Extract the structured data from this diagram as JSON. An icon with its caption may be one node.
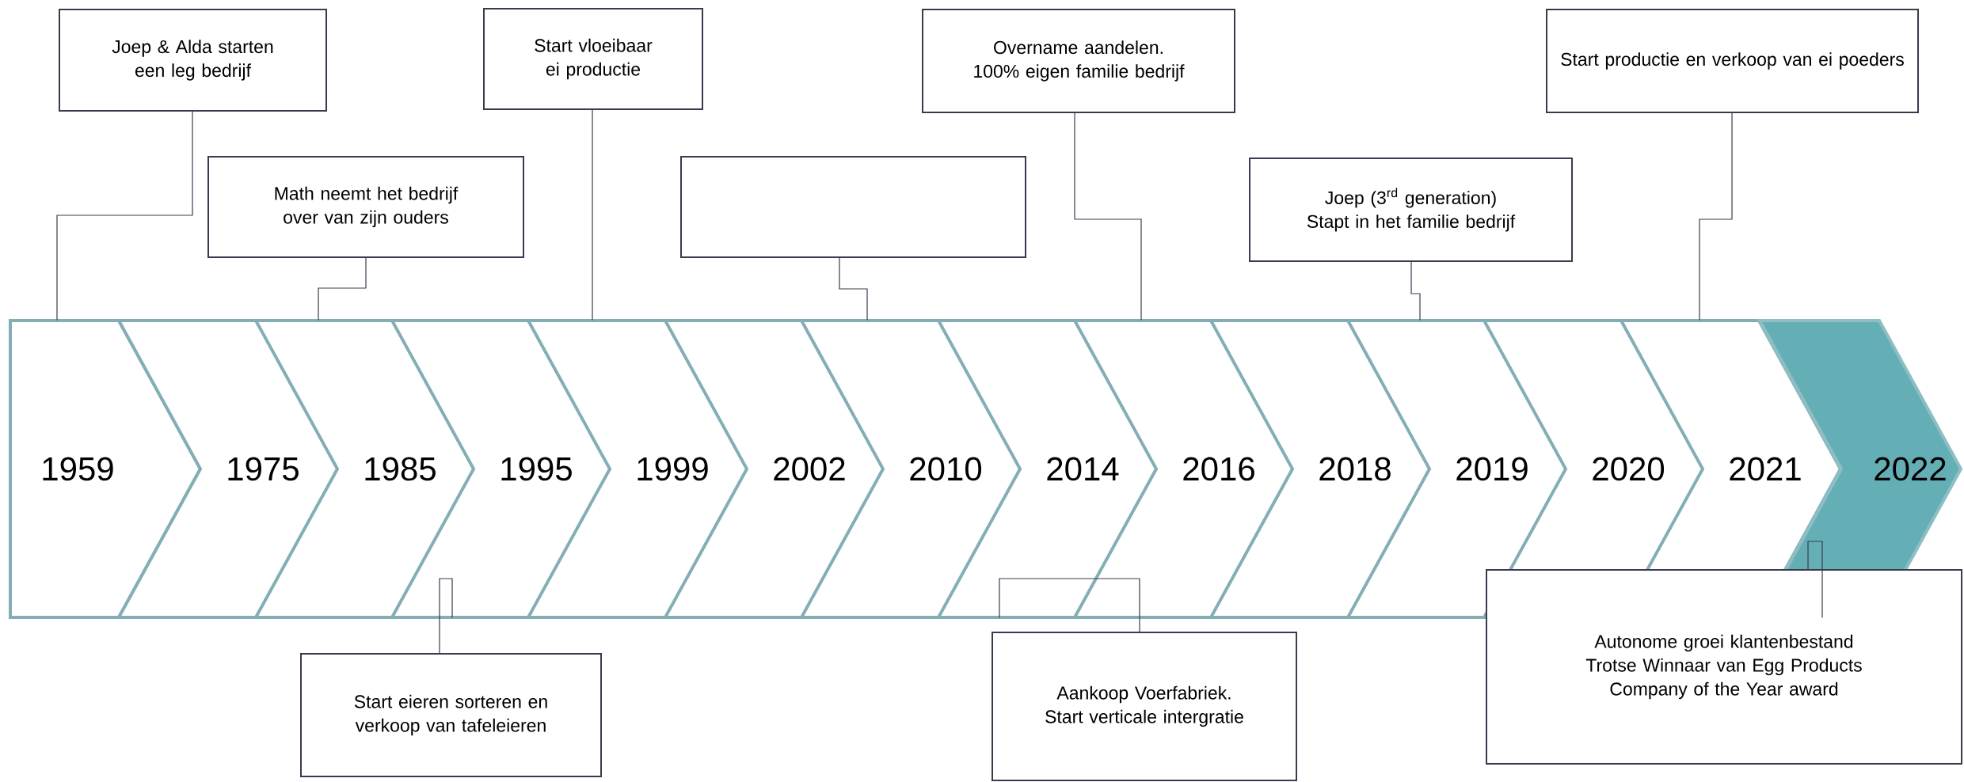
{
  "diagram": {
    "nodes": [
      {
        "text": [
          "1959"
        ]
      },
      {
        "text": [
          "1975"
        ]
      },
      {
        "text": [
          "1985"
        ]
      },
      {
        "text": [
          "1995"
        ]
      },
      {
        "text": [
          "1999"
        ]
      },
      {
        "text": [
          "2002"
        ]
      },
      {
        "text": [
          "2010"
        ]
      },
      {
        "text": [
          "2014"
        ]
      },
      {
        "text": [
          "2016"
        ]
      },
      {
        "text": [
          "2018"
        ]
      },
      {
        "text": [
          "2019"
        ]
      },
      {
        "text": [
          "2020"
        ]
      },
      {
        "text": [
          "2021"
        ]
      },
      {
        "text": [
          "2022"
        ]
      },
      {
        "text": [
          "Joep & Alda starten een leg bedrijf"
        ]
      },
      {
        "text": [
          "Math neemt het bedrijf over van zijn ouders"
        ]
      },
      {
        "text": [
          "Start vloeibaar ei productie"
        ]
      },
      {
        "text": [
          "Start eieren sorteren en verkoop van tafeleieren"
        ]
      },
      {
        "text": [],
        "shape": "box"
      },
      {
        "text": [
          "Aankoop Voerfabriek. Start verticale intergratie"
        ]
      },
      {
        "text": [
          "Overname aandelen. 100% eigen familie bedrijf"
        ]
      },
      {
        "text": [
          "Joep (3$^{rd}$ generation) Stapt in het familie bedrijf"
        ]
      },
      {
        "text": [
          "Start productie en verkoop van ei poeders"
        ]
      },
      {
        "text": [
          "Autonome groei klantenbestand",
          "Trotse Winnaar van Egg Products Company of the Year award"
        ]
      }
    ],
    "edges": [
      {
        "from": 14,
        "to": 0,
        "arrow": "none"
      },
      {
        "from": 15,
        "to": 2,
        "arrow": "none"
      },
      {
        "from": 16,
        "to": 4,
        "arrow": "none"
      },
      {
        "from": 17,
        "to": 3,
        "arrow": "none"
      },
      {
        "from": 18,
        "to": 6,
        "arrow": "none"
      },
      {
        "from": 19,
        "to": 7,
        "arrow": "none"
      },
      {
        "from": 20,
        "to": 8,
        "arrow": "none"
      },
      {
        "from": 21,
        "to": 10,
        "arrow": "none"
      },
      {
        "from": 22,
        "to": 12,
        "arrow": "none"
      },
      {
        "from": 23,
        "to": 13,
        "arrow": "none"
      }
    ]
  }
}
